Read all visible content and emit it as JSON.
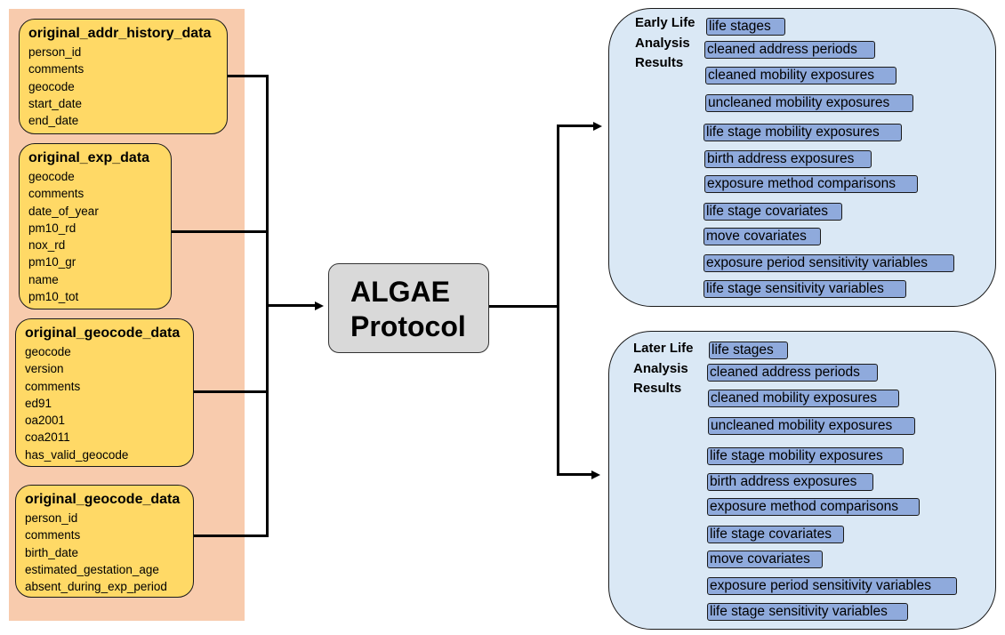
{
  "tables": [
    {
      "title": "original_addr_history_data",
      "fields": [
        "person_id",
        "comments",
        "geocode",
        "start_date",
        "end_date"
      ]
    },
    {
      "title": "original_exp_data",
      "fields": [
        "geocode",
        "comments",
        "date_of_year",
        "pm10_rd",
        "nox_rd",
        "pm10_gr",
        "name",
        "pm10_tot"
      ]
    },
    {
      "title": "original_geocode_data",
      "fields": [
        "geocode",
        "version",
        "comments",
        "ed91",
        "oa2001",
        "coa2011",
        "has_valid_geocode"
      ]
    },
    {
      "title": "original_geocode_data",
      "fields": [
        "person_id",
        "comments",
        "birth_date",
        "estimated_gestation_age",
        "absent_during_exp_period"
      ]
    }
  ],
  "protocol": {
    "line1": "ALGAE",
    "line2": "Protocol"
  },
  "results": [
    {
      "title_lines": [
        "Early Life",
        "Analysis",
        "Results"
      ],
      "items": [
        "life stages",
        "cleaned address periods",
        "cleaned mobility exposures",
        "uncleaned mobility exposures",
        "life stage mobility exposures",
        "birth address exposures",
        "exposure method comparisons",
        "life stage covariates",
        "move covariates",
        "exposure period sensitivity variables",
        "life stage sensitivity variables"
      ]
    },
    {
      "title_lines": [
        "Later Life",
        "Analysis",
        "Results"
      ],
      "items": [
        "life stages",
        "cleaned address periods",
        "cleaned mobility exposures",
        "uncleaned mobility exposures",
        "life stage mobility exposures",
        "birth address exposures",
        "exposure method comparisons",
        "life stage covariates",
        "move covariates",
        "exposure period sensitivity variables",
        "life stage sensitivity variables"
      ]
    }
  ],
  "colors": {
    "panel": "#f8cbad",
    "table": "#ffd966",
    "protocol": "#d9d9d9",
    "results": "#dae8f5",
    "tag": "#8faadc"
  }
}
